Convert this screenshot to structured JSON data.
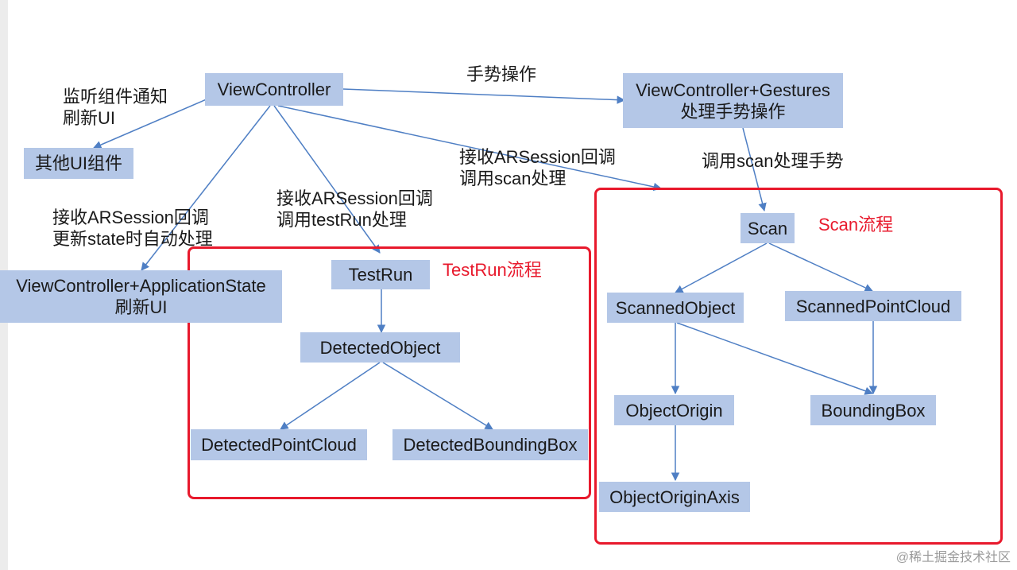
{
  "nodes": {
    "view_controller": "ViewController",
    "gestures": [
      "ViewController+Gestures",
      "处理手势操作"
    ],
    "other_ui": "其他UI组件",
    "app_state": [
      "ViewController+ApplicationState",
      "刷新UI"
    ],
    "test_run": "TestRun",
    "detected_object": "DetectedObject",
    "detected_point_cloud": "DetectedPointCloud",
    "detected_bounding_box": "DetectedBoundingBox",
    "scan": "Scan",
    "scanned_object": "ScannedObject",
    "scanned_point_cloud": "ScannedPointCloud",
    "object_origin": "ObjectOrigin",
    "bounding_box": "BoundingBox",
    "object_origin_axis": "ObjectOriginAxis"
  },
  "labels": {
    "gesture_op": "手势操作",
    "listen_notify": [
      "监听组件通知",
      "刷新UI"
    ],
    "recv_scan": [
      "接收ARSession回调",
      "调用scan处理"
    ],
    "call_scan_gesture": "调用scan处理手势",
    "recv_testrun": [
      "接收ARSession回调",
      "调用testRun处理"
    ],
    "recv_state": [
      "接收ARSession回调",
      "更新state时自动处理"
    ]
  },
  "frames": {
    "testrun_title": "TestRun流程",
    "scan_title": "Scan流程"
  },
  "watermark": "@稀土掘金技术社区",
  "colors": {
    "node_fill": "#b4c7e7",
    "edge": "#4f7fc4",
    "frame": "#e8192c"
  }
}
